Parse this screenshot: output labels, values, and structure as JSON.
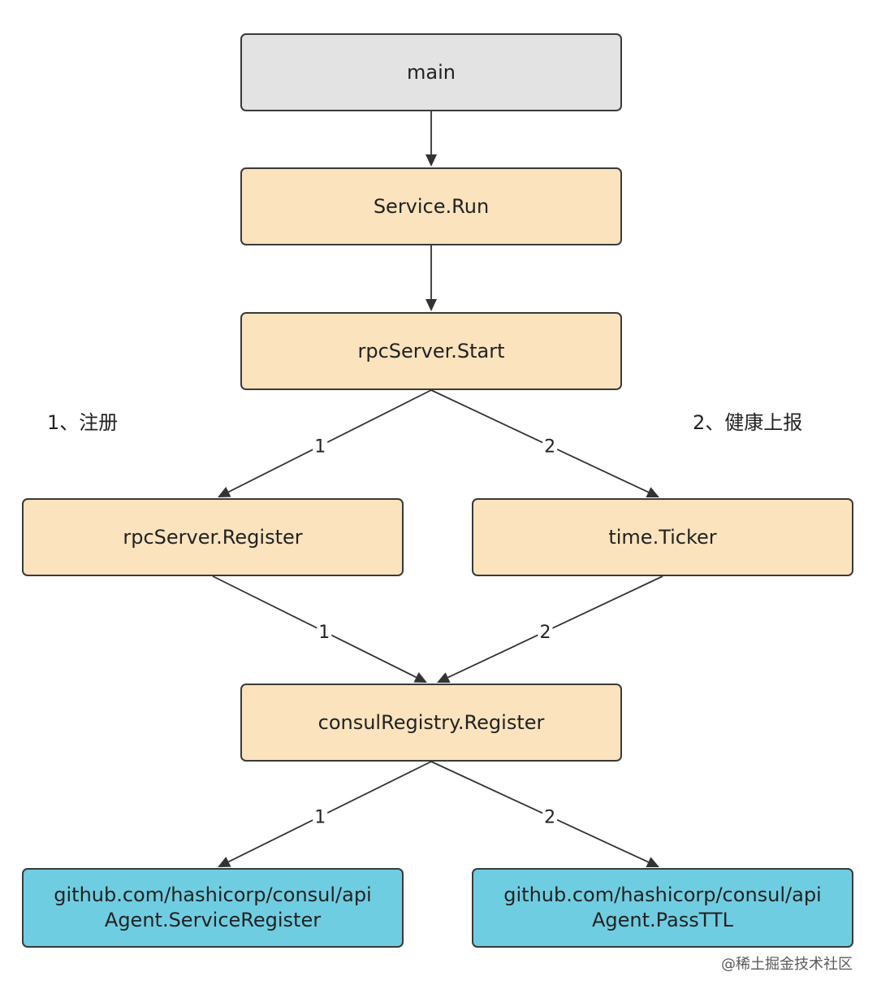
{
  "colors": {
    "gray_node": "#e3e3e3",
    "orange_node": "#fae3bd",
    "blue_node": "#6fcde1",
    "edge": "#333333"
  },
  "nodes": [
    {
      "id": "main",
      "lines": [
        "main"
      ],
      "color": "gray"
    },
    {
      "id": "service-run",
      "lines": [
        "Service.Run"
      ],
      "color": "orange"
    },
    {
      "id": "rpcserver-start",
      "lines": [
        "rpcServer.Start"
      ],
      "color": "orange"
    },
    {
      "id": "rpcserver-register",
      "lines": [
        "rpcServer.Register"
      ],
      "color": "orange"
    },
    {
      "id": "time-ticker",
      "lines": [
        "time.Ticker"
      ],
      "color": "orange"
    },
    {
      "id": "consulregistry-register",
      "lines": [
        "consulRegistry.Register"
      ],
      "color": "orange"
    },
    {
      "id": "agent-serviceregister",
      "lines": [
        "github.com/hashicorp/consul/api",
        "Agent.ServiceRegister"
      ],
      "color": "blue"
    },
    {
      "id": "agent-passttl",
      "lines": [
        "github.com/hashicorp/consul/api",
        "Agent.PassTTL"
      ],
      "color": "blue"
    }
  ],
  "edges": [
    {
      "from": "main",
      "to": "service-run",
      "label": ""
    },
    {
      "from": "service-run",
      "to": "rpcserver-start",
      "label": ""
    },
    {
      "from": "rpcserver-start",
      "to": "rpcserver-register",
      "label": "1"
    },
    {
      "from": "rpcserver-start",
      "to": "time-ticker",
      "label": "2"
    },
    {
      "from": "rpcserver-register",
      "to": "consulregistry-register",
      "label": "1"
    },
    {
      "from": "time-ticker",
      "to": "consulregistry-register",
      "label": "2"
    },
    {
      "from": "consulregistry-register",
      "to": "agent-serviceregister",
      "label": "1"
    },
    {
      "from": "consulregistry-register",
      "to": "agent-passttl",
      "label": "2"
    }
  ],
  "annotations": {
    "register": "1、注册",
    "health_report": "2、健康上报"
  },
  "watermark": "@稀土掘金技术社区"
}
